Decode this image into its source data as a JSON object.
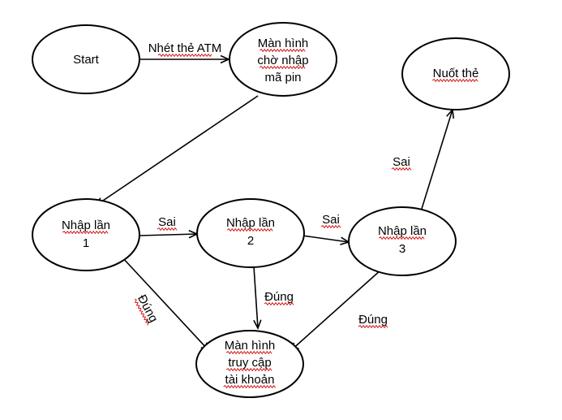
{
  "nodes": {
    "start": [
      "Start"
    ],
    "cho_nhap": [
      "Màn hình",
      "chờ nhập",
      "mã pin"
    ],
    "nhap1": [
      "Nhập lần",
      "1"
    ],
    "nhap2": [
      "Nhập lần",
      "2"
    ],
    "nhap3": [
      "Nhập lần",
      "3"
    ],
    "nuot_the": [
      "Nuốt thẻ"
    ],
    "truy_cap": [
      "Màn hình",
      "truy cập",
      "tài khoản"
    ]
  },
  "edges": {
    "start_to_cho": "Nhét thẻ ATM",
    "n1_to_n2": "Sai",
    "n2_to_n3": "Sai",
    "n3_to_nuot": "Sai",
    "n1_to_truy": "Đúng",
    "n2_to_truy": "Đúng",
    "n3_to_truy": "Đúng"
  }
}
